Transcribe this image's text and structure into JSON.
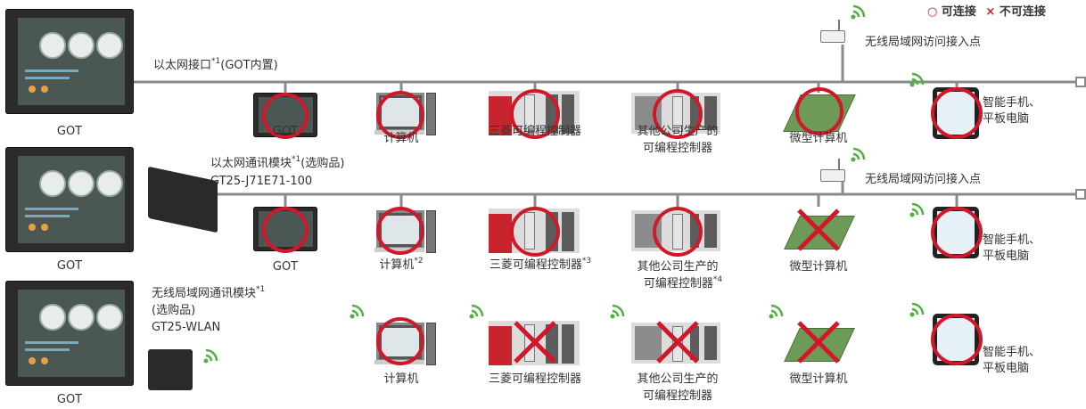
{
  "legend": {
    "ok_symbol": "○",
    "ok_label": "可连接",
    "ng_symbol": "×",
    "ng_label": "不可连接",
    "color": "#d0182a"
  },
  "rows": [
    {
      "got_label": "GOT",
      "interface_label": "以太网接口",
      "interface_sup": "*1",
      "interface_suffix": "(GOT内置)",
      "ap_label": "无线局域网访问接入点",
      "devices": [
        {
          "label": "GOT",
          "sup": "",
          "line2": "",
          "status": "ok"
        },
        {
          "label": "计算机",
          "sup": "",
          "line2": "",
          "status": "ok"
        },
        {
          "label": "三菱可编程控制器",
          "sup": "",
          "line2": "",
          "status": "ok"
        },
        {
          "label": "其他公司生产的",
          "sup": "",
          "line2": "可编程控制器",
          "status": "ok"
        },
        {
          "label": "微型计算机",
          "sup": "",
          "line2": "",
          "status": "ok"
        },
        {
          "label": "智能手机、",
          "sup": "",
          "line2": "平板电脑",
          "status": "ok"
        }
      ]
    },
    {
      "got_label": "GOT",
      "interface_label": "以太网通讯模块",
      "interface_sup": "*1",
      "interface_suffix": "(选购品)",
      "interface_model": "GT25-J71E71-100",
      "ap_label": "无线局域网访问接入点",
      "devices": [
        {
          "label": "GOT",
          "sup": "",
          "line2": "",
          "status": "ok"
        },
        {
          "label": "计算机",
          "sup": "*2",
          "line2": "",
          "status": "ok"
        },
        {
          "label": "三菱可编程控制器",
          "sup": "*3",
          "line2": "",
          "status": "ok"
        },
        {
          "label": "其他公司生产的",
          "sup": "*4",
          "line2": "可编程控制器",
          "status": "ok"
        },
        {
          "label": "微型计算机",
          "sup": "",
          "line2": "",
          "status": "ng"
        },
        {
          "label": "智能手机、",
          "sup": "",
          "line2": "平板电脑",
          "status": "ok"
        }
      ]
    },
    {
      "got_label": "GOT",
      "interface_label": "无线局域网通讯模块",
      "interface_sup": "*1",
      "interface_suffix": "(选购品)",
      "interface_model": "GT25-WLAN",
      "devices": [
        {
          "label": "计算机",
          "sup": "",
          "line2": "",
          "status": "ok"
        },
        {
          "label": "三菱可编程控制器",
          "sup": "",
          "line2": "",
          "status": "ng"
        },
        {
          "label": "其他公司生产的",
          "sup": "",
          "line2": "可编程控制器",
          "status": "ng"
        },
        {
          "label": "微型计算机",
          "sup": "",
          "line2": "",
          "status": "ng"
        },
        {
          "label": "智能手机、",
          "sup": "",
          "line2": "平板电脑",
          "status": "ok"
        }
      ]
    }
  ]
}
